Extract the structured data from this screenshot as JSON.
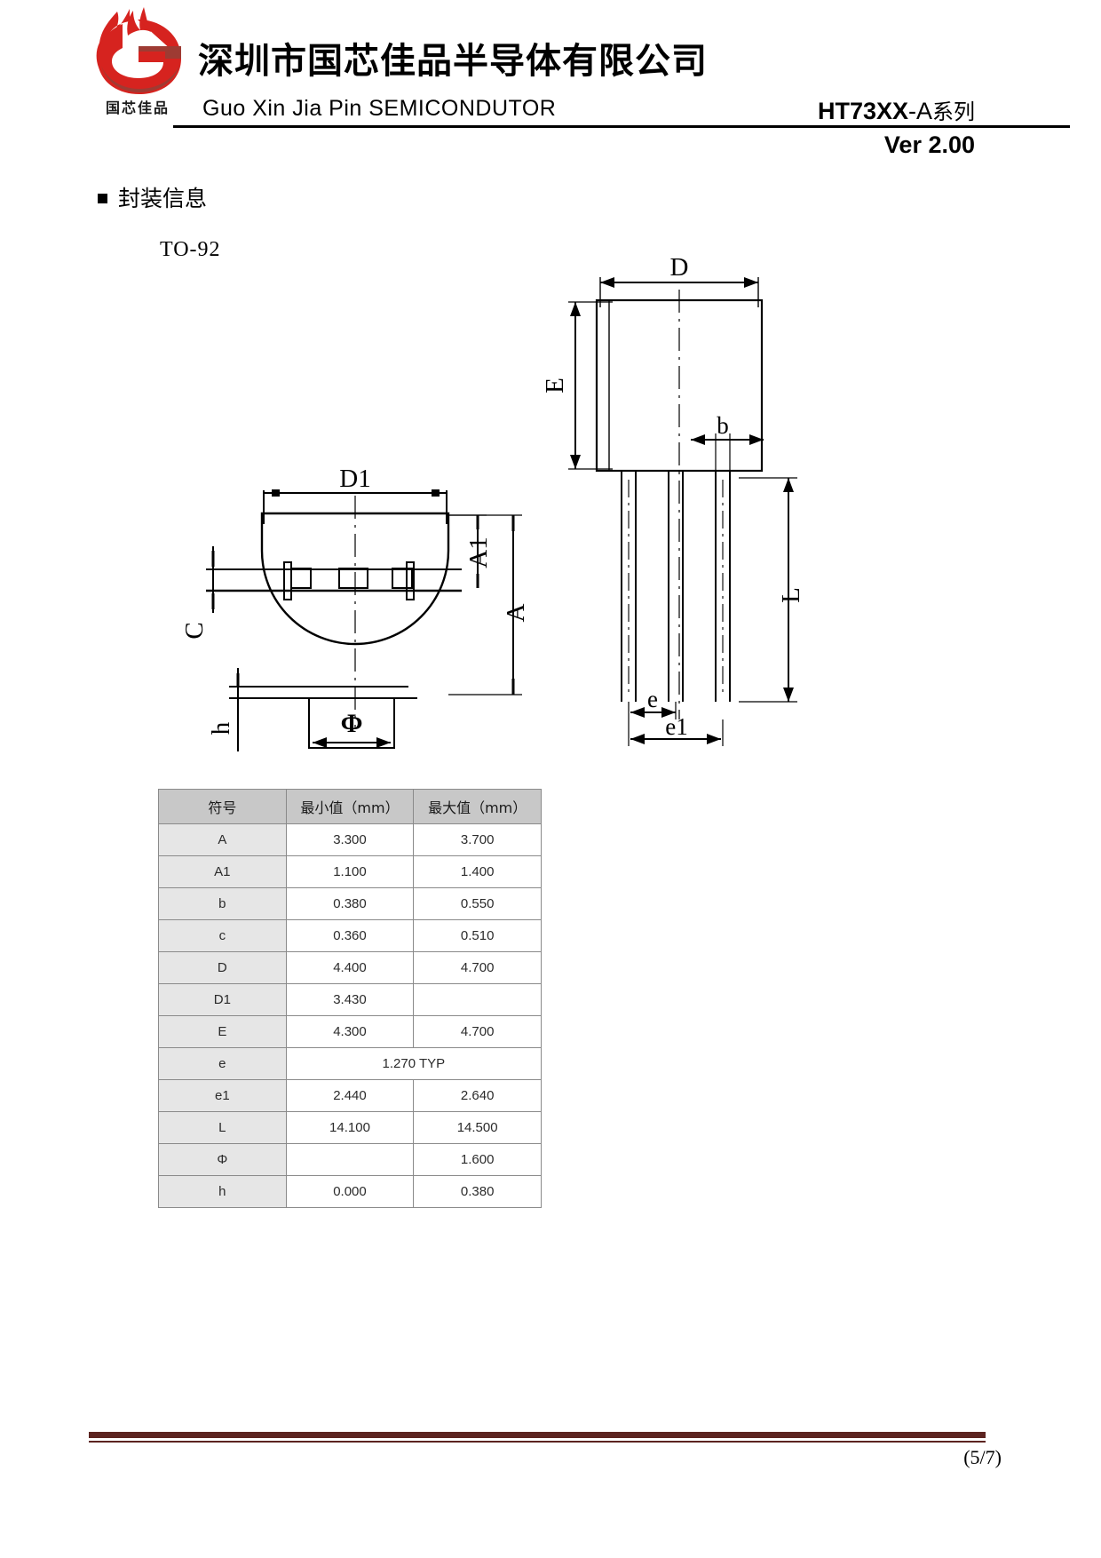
{
  "header": {
    "company_cn": "深圳市国芯佳品半导体有限公司",
    "company_en": "Guo Xin Jia Pin  SEMICONDUTOR",
    "logo_sub_cn": "国芯佳品",
    "part_number_main": "HT73XX",
    "part_number_suffix": "-A",
    "part_number_series_cn": "系列",
    "version": "Ver 2.00"
  },
  "section": {
    "title": "封装信息",
    "package_name": "TO-92"
  },
  "drawing": {
    "front_view_labels": {
      "d1": "D1",
      "a1": "A1",
      "a": "A",
      "c": "C",
      "h": "h",
      "phi": "Φ"
    },
    "side_view_labels": {
      "d": "D",
      "e": "E",
      "b": "b",
      "l": "L",
      "e_pitch": "e",
      "e1": "e1"
    }
  },
  "table": {
    "columns": [
      "符号",
      "最小值（mm）",
      "最大值（mm）"
    ],
    "column_unit": "mm",
    "rows": [
      {
        "symbol": "A",
        "min": "3.300",
        "max": "3.700"
      },
      {
        "symbol": "A1",
        "min": "1.100",
        "max": "1.400"
      },
      {
        "symbol": "b",
        "min": "0.380",
        "max": "0.550"
      },
      {
        "symbol": "c",
        "min": "0.360",
        "max": "0.510"
      },
      {
        "symbol": "D",
        "min": "4.400",
        "max": "4.700"
      },
      {
        "symbol": "D1",
        "min": "3.430",
        "max": ""
      },
      {
        "symbol": "E",
        "min": "4.300",
        "max": "4.700"
      },
      {
        "symbol": "e",
        "merged": "1.270 TYP"
      },
      {
        "symbol": "e1",
        "min": "2.440",
        "max": "2.640"
      },
      {
        "symbol": "L",
        "min": "14.100",
        "max": "14.500"
      },
      {
        "symbol": "Φ",
        "min": "",
        "max": "1.600"
      },
      {
        "symbol": "h",
        "min": "0.000",
        "max": "0.380"
      }
    ]
  },
  "footer": {
    "page_number": "(5/7)"
  },
  "colors": {
    "logo_red": "#d6231f",
    "logo_dark_red": "#9e3b33",
    "footer_rule": "#5c2420",
    "table_header_bg": "#c8c8c8",
    "table_symbol_bg": "#e6e6e6"
  }
}
